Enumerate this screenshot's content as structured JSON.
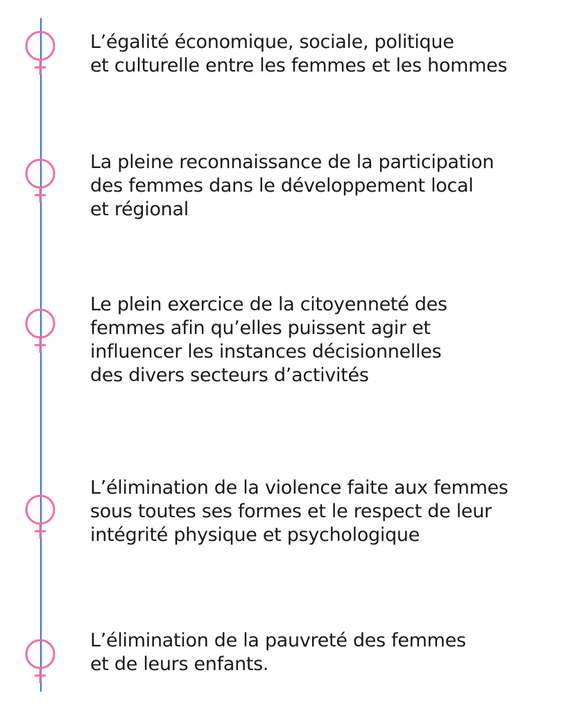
{
  "colors": {
    "line": "#3a6fd8",
    "symbol": "#ec6fa6",
    "text": "#1a1a1a"
  },
  "items": [
    {
      "icon": "venus-symbol-icon",
      "text": "L’égalité économique, sociale, politique\net culturelle entre les femmes et les hommes"
    },
    {
      "icon": "venus-symbol-icon",
      "text": "La pleine reconnaissance de la participation\ndes femmes dans le développement local\net régional"
    },
    {
      "icon": "venus-symbol-icon",
      "text": "Le plein exercice de la citoyenneté des\nfemmes afin qu’elles puissent agir et\ninfluencer les instances décisionnelles\ndes divers secteurs d’activités"
    },
    {
      "icon": "venus-symbol-icon",
      "text": "L’élimination de la violence faite aux femmes\nsous toutes ses formes et le respect de leur\nintégrité physique et psychologique"
    },
    {
      "icon": "venus-symbol-icon",
      "text": "L’élimination de la pauvreté des femmes\net de leurs enfants."
    }
  ]
}
